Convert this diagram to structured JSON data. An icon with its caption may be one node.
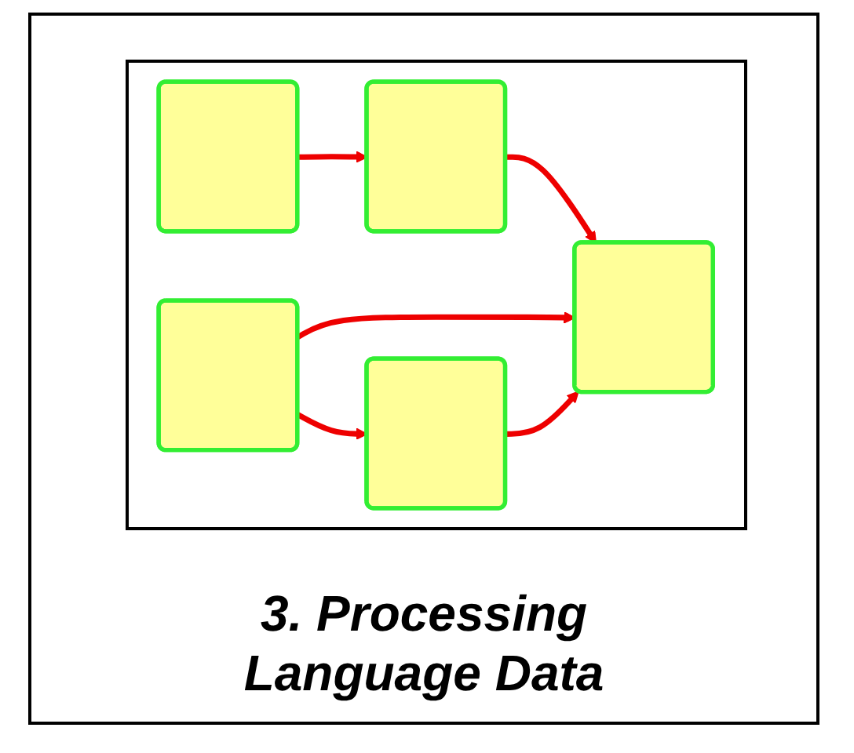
{
  "diagram": {
    "caption": "3. Processing Language Data",
    "nodes": [
      {
        "text": [],
        "shape": "box"
      },
      {
        "text": [],
        "shape": "box"
      },
      {
        "text": [],
        "shape": "box"
      },
      {
        "text": [],
        "shape": "box"
      },
      {
        "text": [],
        "shape": "box"
      }
    ],
    "edges": [
      {
        "from": 0,
        "to": 1,
        "arrow": "to"
      },
      {
        "from": 1,
        "to": 2,
        "arrow": "to"
      },
      {
        "from": 3,
        "to": 2,
        "arrow": "to"
      },
      {
        "from": 3,
        "to": 4,
        "arrow": "to"
      },
      {
        "from": 4,
        "to": 2,
        "arrow": "to"
      }
    ]
  }
}
